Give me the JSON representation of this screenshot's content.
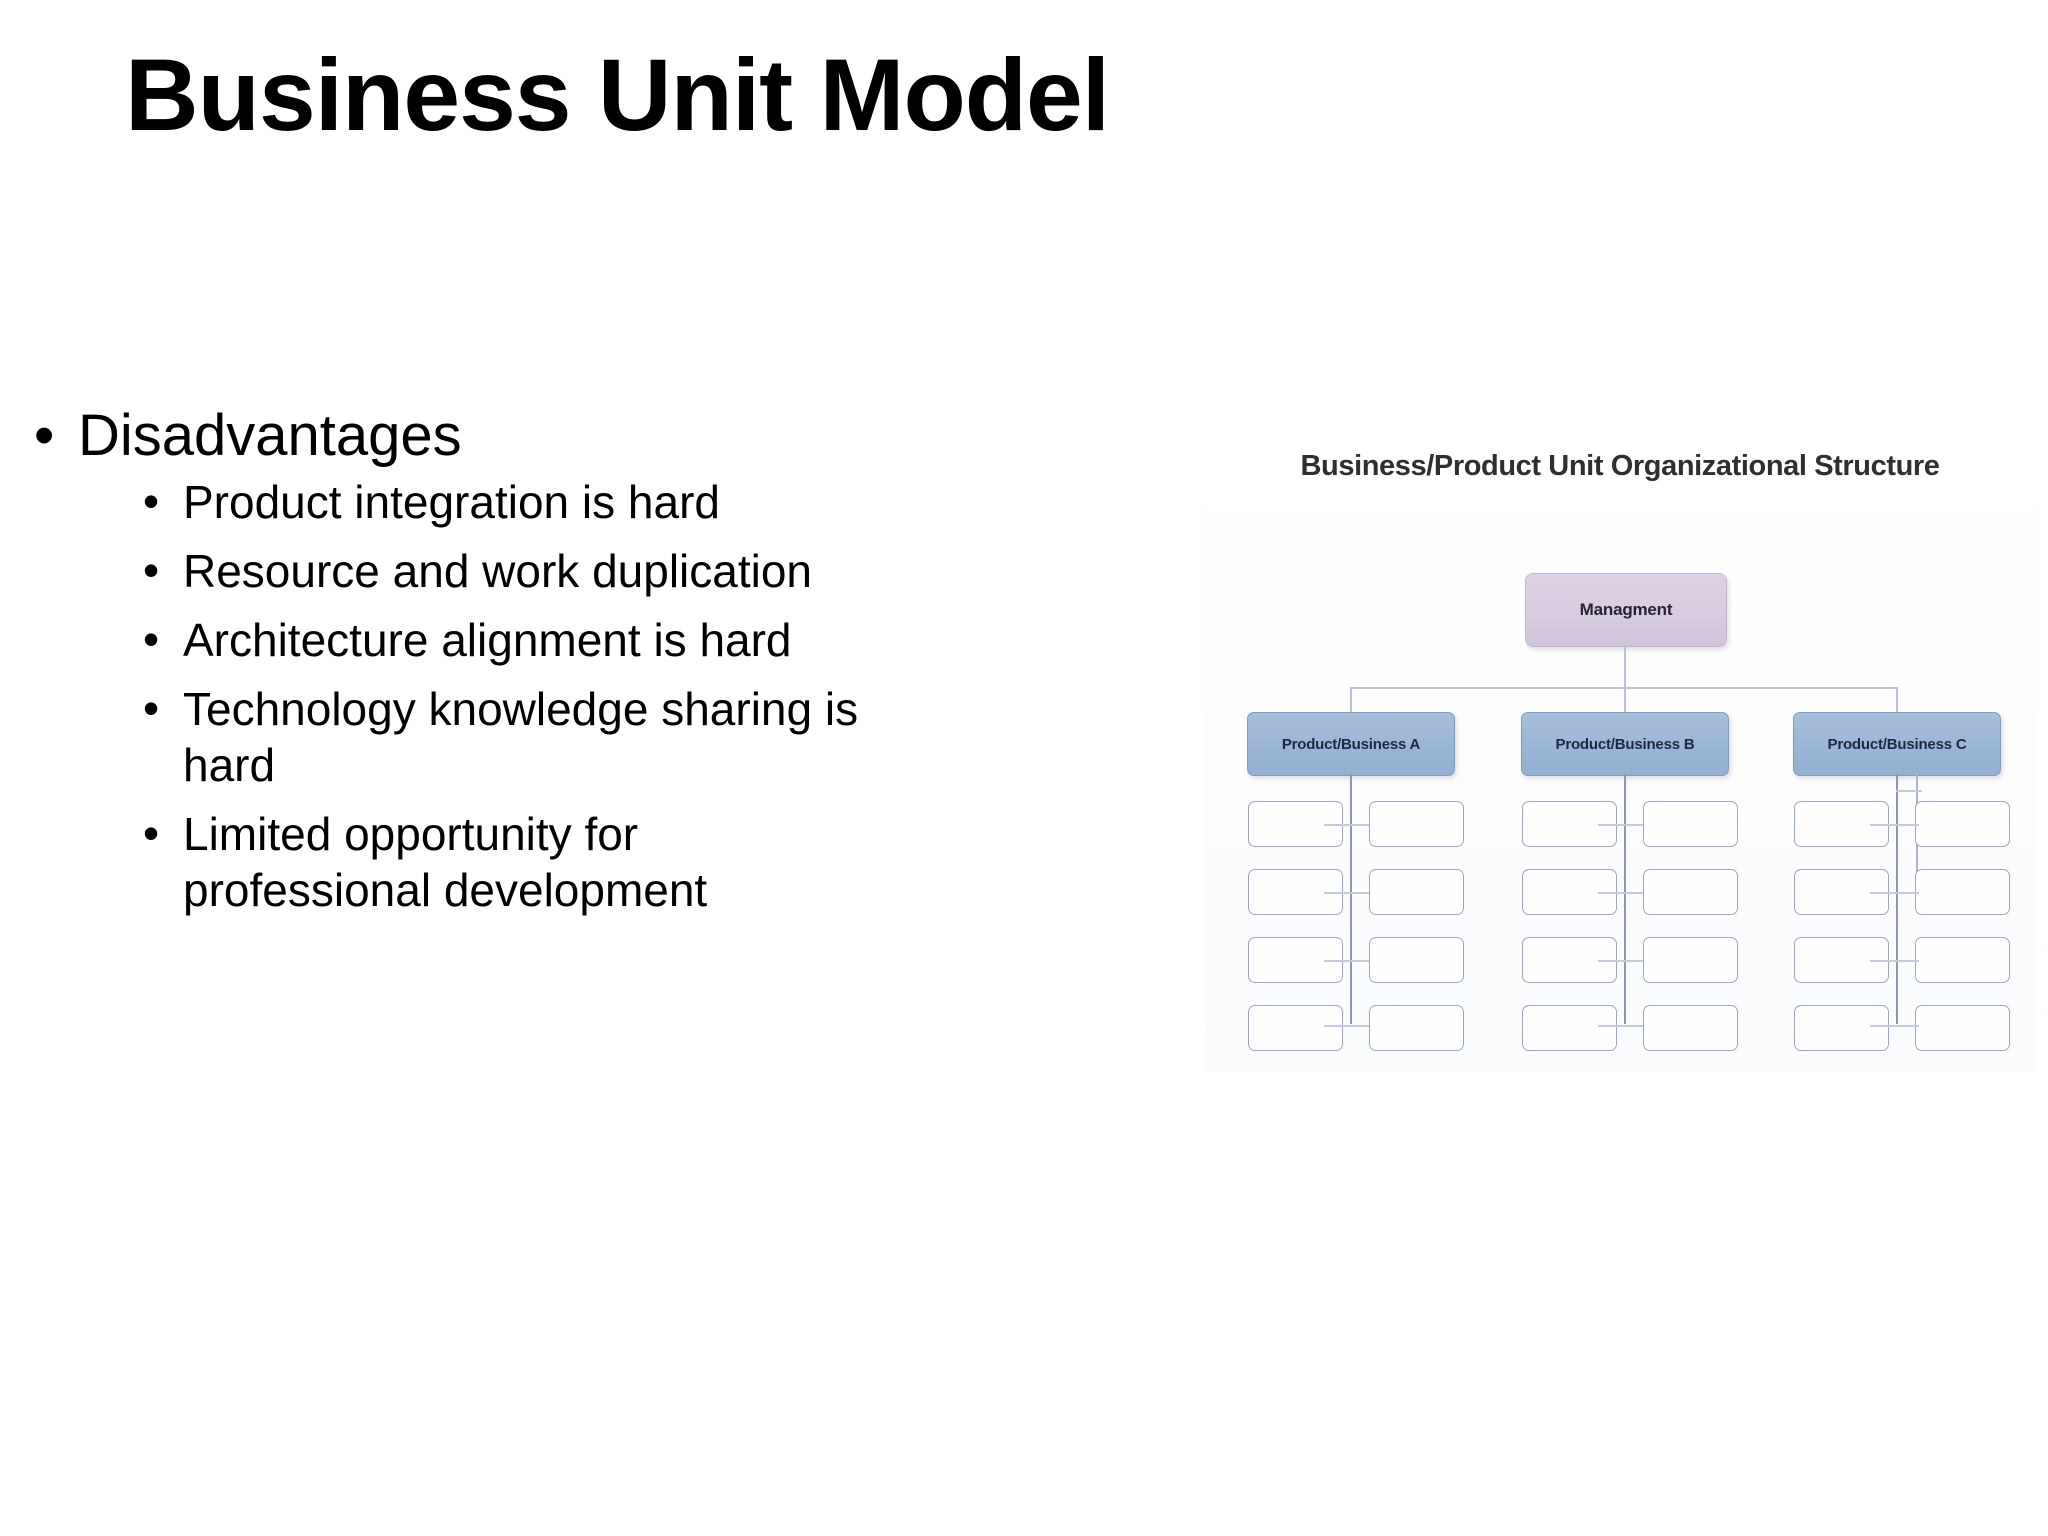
{
  "slide": {
    "title": "Business Unit Model",
    "background_color": "#ffffff"
  },
  "body": {
    "bullet_glyph": "•",
    "level1": {
      "label": "Disadvantages"
    },
    "level2_items": [
      {
        "label": "Product integration is hard"
      },
      {
        "label": "Resource and work duplication"
      },
      {
        "label": "Architecture alignment is hard"
      },
      {
        "label": "Technology knowledge sharing is hard"
      },
      {
        "label": "Limited opportunity for professional development"
      }
    ]
  },
  "org_chart": {
    "title": "Business/Product Unit Organizational Structure",
    "root": {
      "label": "Managment",
      "color": "#d6cbe0"
    },
    "units": [
      {
        "label": "Product/Business  A",
        "color": "#9bb5d6"
      },
      {
        "label": "Product/Business  B",
        "color": "#9bb5d6"
      },
      {
        "label": "Product/Business C",
        "color": "#9bb5d6"
      }
    ],
    "leaf_rows_per_unit": 4,
    "leaf_cols_per_unit": 2,
    "leaf_color": "#fefeff",
    "line_color": "#b9c2d6"
  }
}
